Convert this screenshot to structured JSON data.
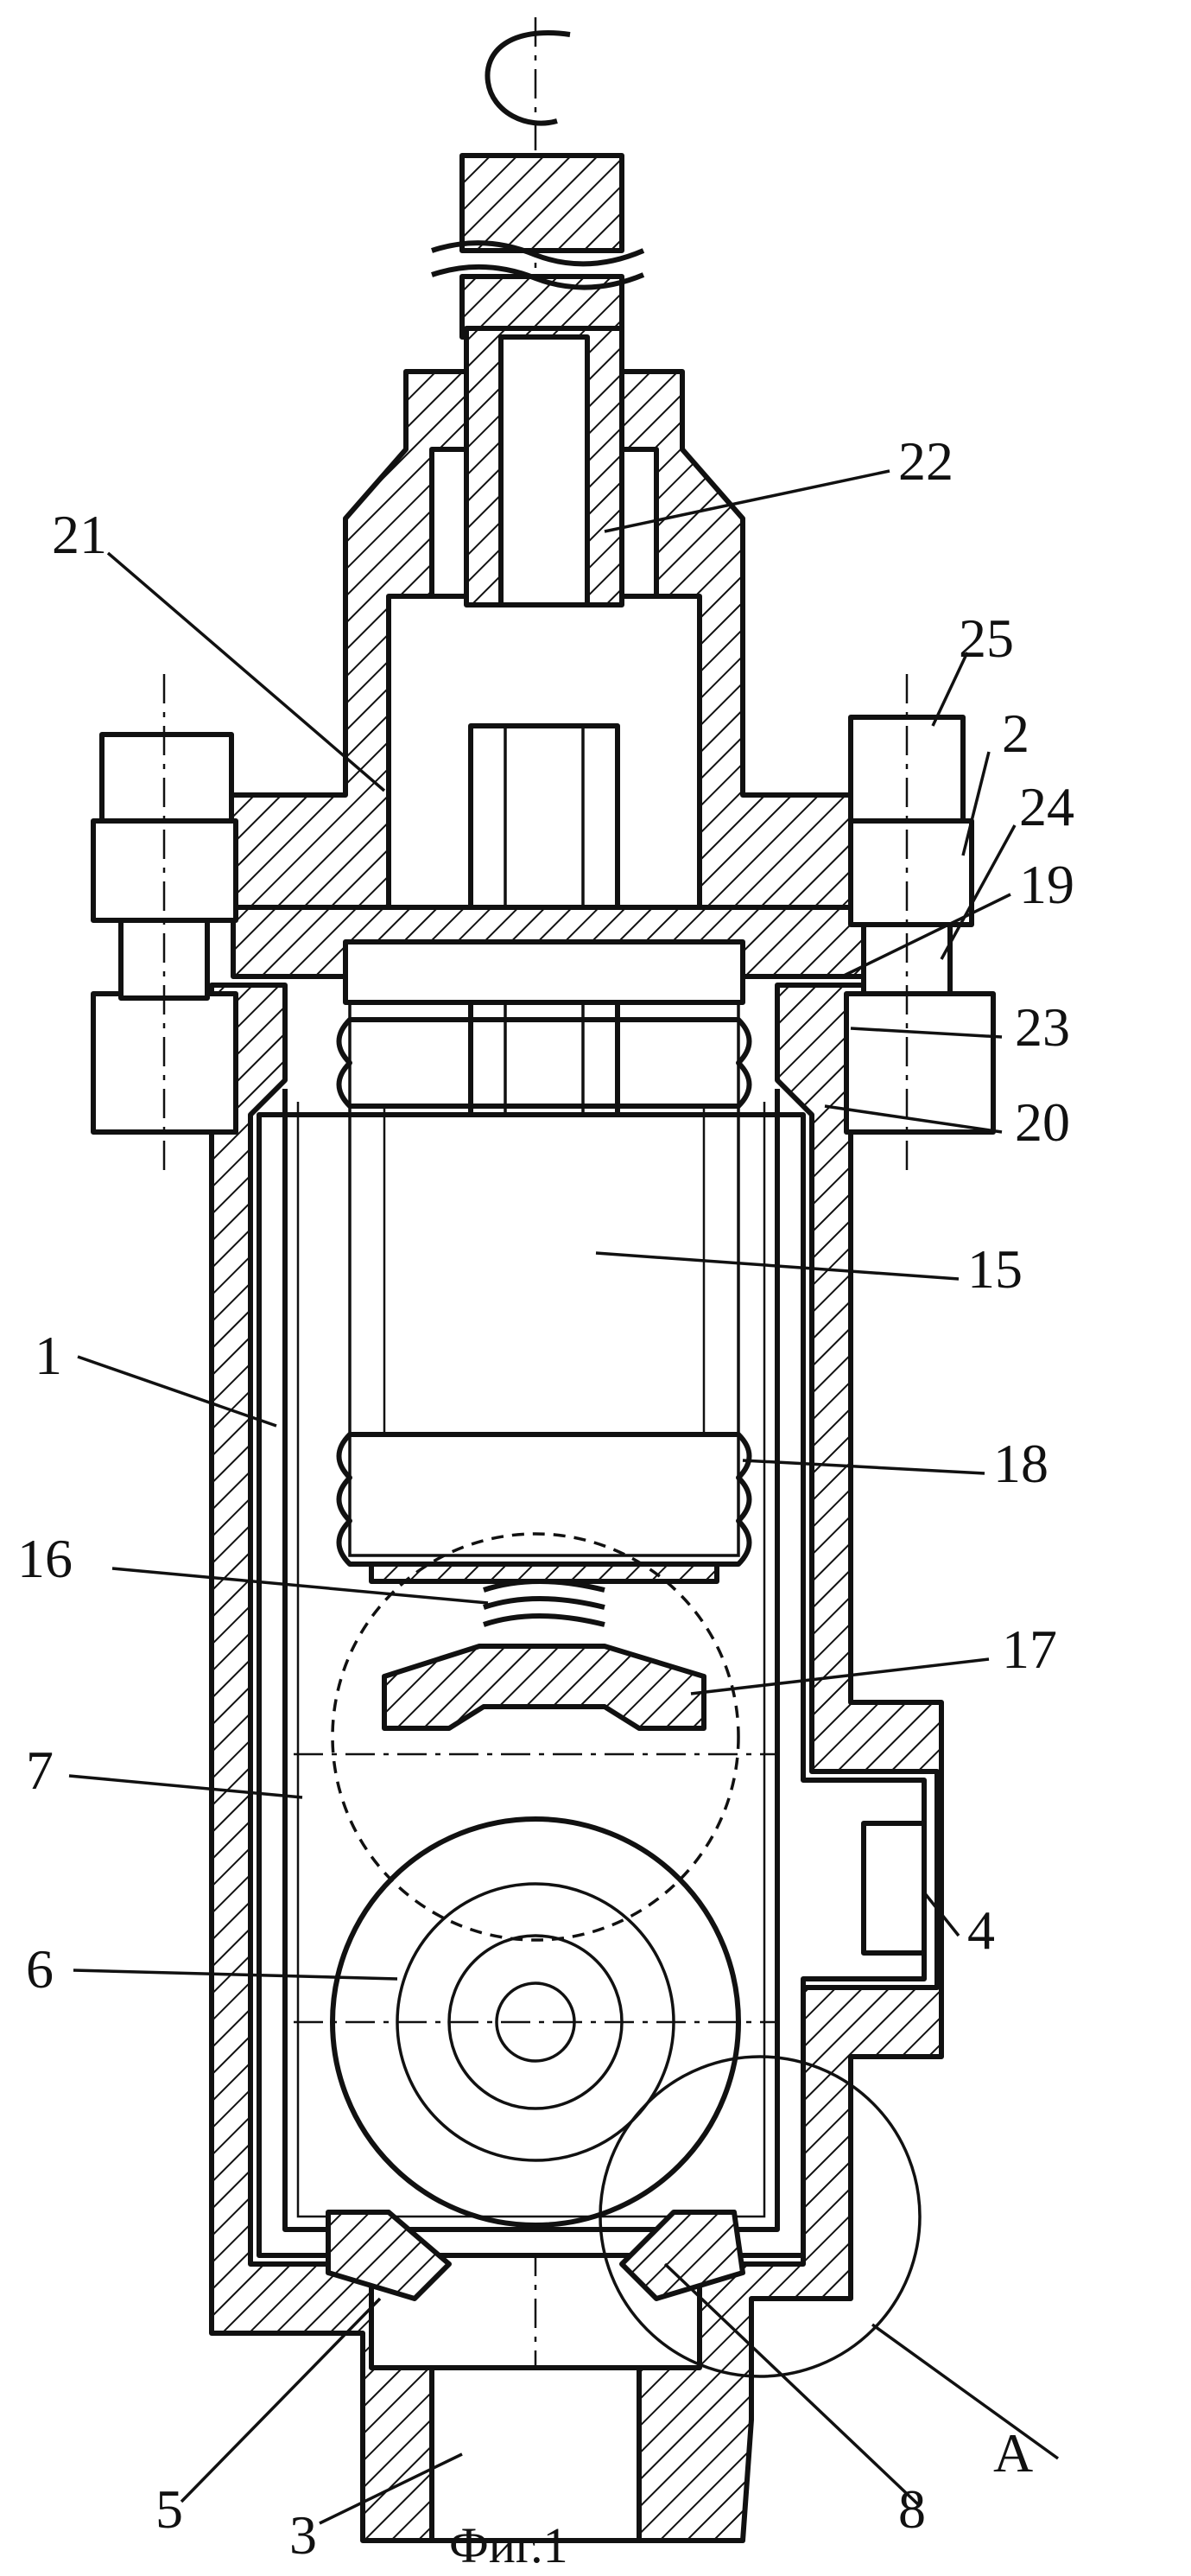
{
  "figure": {
    "caption": "Фиг.1"
  },
  "callouts": [
    {
      "id": "c1",
      "text": "1"
    },
    {
      "id": "c2",
      "text": "2"
    },
    {
      "id": "c3",
      "text": "3"
    },
    {
      "id": "c4",
      "text": "4"
    },
    {
      "id": "c5",
      "text": "5"
    },
    {
      "id": "c6",
      "text": "6"
    },
    {
      "id": "c7",
      "text": "7"
    },
    {
      "id": "c8",
      "text": "8"
    },
    {
      "id": "c15",
      "text": "15"
    },
    {
      "id": "c16",
      "text": "16"
    },
    {
      "id": "c17",
      "text": "17"
    },
    {
      "id": "c18",
      "text": "18"
    },
    {
      "id": "c19",
      "text": "19"
    },
    {
      "id": "c20",
      "text": "20"
    },
    {
      "id": "c21",
      "text": "21"
    },
    {
      "id": "c22",
      "text": "22"
    },
    {
      "id": "c23",
      "text": "23"
    },
    {
      "id": "c24",
      "text": "24"
    },
    {
      "id": "c25",
      "text": "25"
    },
    {
      "id": "cA",
      "text": "A"
    }
  ]
}
